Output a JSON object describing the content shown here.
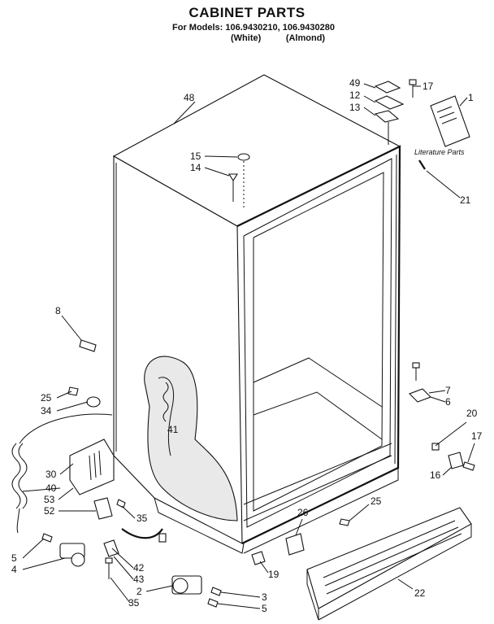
{
  "header": {
    "title": "CABINET PARTS",
    "models": "For Models: 106.9430210, 106.9430280",
    "color_white": "(White)",
    "color_almond": "(Almond)"
  },
  "literature_label": "Literature Parts",
  "callouts": {
    "c49": "49",
    "c17a": "17",
    "c12": "12",
    "c13": "13",
    "c1": "1",
    "c48": "48",
    "c15": "15",
    "c14": "14",
    "c21": "21",
    "c8": "8",
    "c7": "7",
    "c6": "6",
    "c25a": "25",
    "c34": "34",
    "c41": "41",
    "c20": "20",
    "c17b": "17",
    "c16": "16",
    "c30": "30",
    "c40": "40",
    "c53": "53",
    "c52": "52",
    "c35a": "35",
    "c25b": "25",
    "c26": "26",
    "c5a": "5",
    "c4": "4",
    "c42": "42",
    "c43": "43",
    "c19": "19",
    "c2": "2",
    "c35b": "35",
    "c3": "3",
    "c5b": "5",
    "c22": "22"
  }
}
